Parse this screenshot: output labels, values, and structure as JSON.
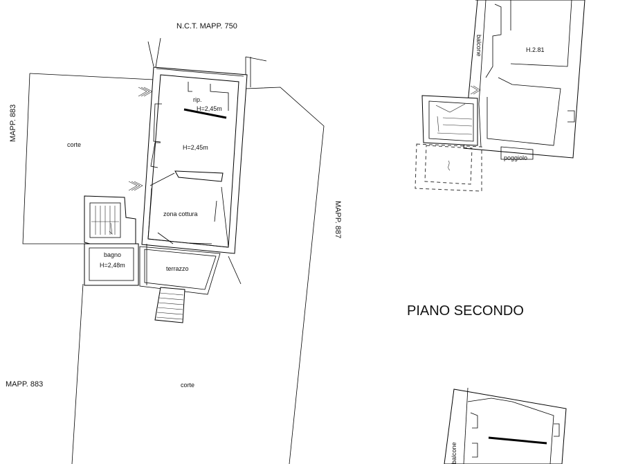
{
  "labels": {
    "nct_mapp": "N.C.T. MAPP. 750",
    "mapp_883_top": "MAPP. 883",
    "mapp_883_bottom": "MAPP. 883",
    "mapp_887": "MAPP. 887",
    "corte_top": "corte",
    "corte_bottom": "corte",
    "rip": "rip.",
    "rip_height": "H=2,45m",
    "room_height": "H=2,45m",
    "zona_cottura": "zona cottura",
    "bagno": "bagno",
    "bagno_height": "H=2,48m",
    "terrazzo": "terrazzo",
    "piano_secondo": "PIANO SECONDO",
    "balcone_top": "balcone",
    "h281": "H.2.81",
    "poggiolo": "poggiolo",
    "balcone_bottom": "balcone"
  }
}
